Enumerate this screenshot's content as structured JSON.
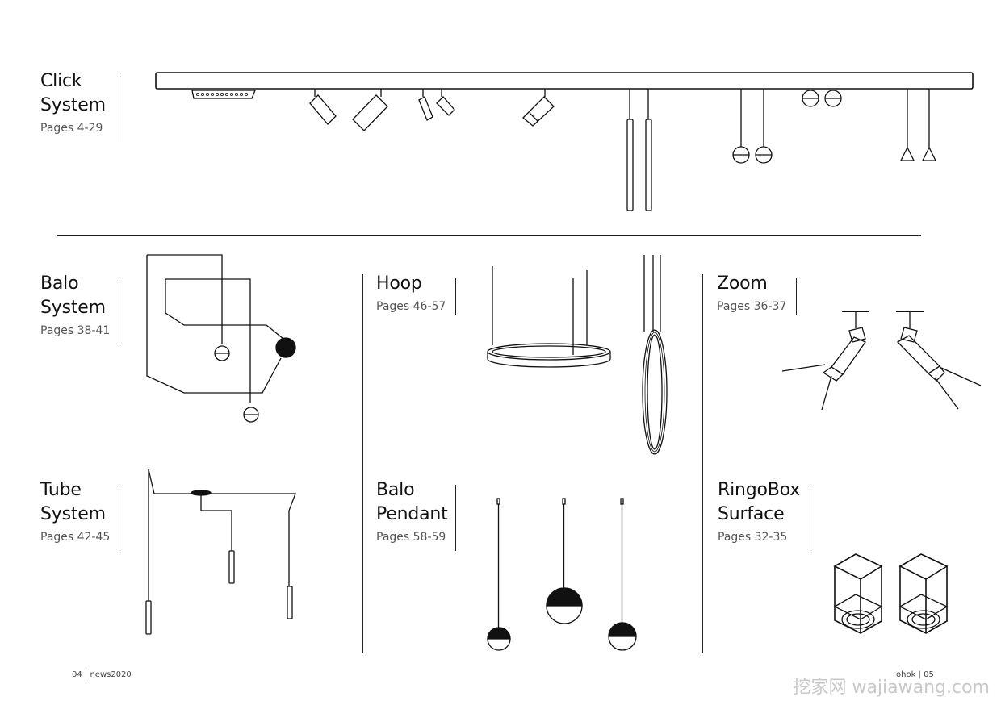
{
  "sections": {
    "click": {
      "title1": "Click",
      "title2": "System",
      "pages": "Pages 4-29"
    },
    "balo": {
      "title1": "Balo",
      "title2": "System",
      "pages": "Pages 38-41"
    },
    "tube": {
      "title1": "Tube",
      "title2": "System",
      "pages": "Pages 42-45"
    },
    "hoop": {
      "title1": "Hoop",
      "pages": "Pages 46-57"
    },
    "pendant": {
      "title1": "Balo",
      "title2": "Pendant",
      "pages": "Pages 58-59"
    },
    "zoom": {
      "title1": "Zoom",
      "pages": "Pages 36-37"
    },
    "ringobox": {
      "title1": "RingoBox",
      "title2": "Surface",
      "pages": "Pages 32-35"
    }
  },
  "footer": {
    "left": "04 | news2020",
    "right": "ohok | 05"
  },
  "watermark": "挖家网 wajiawang.com",
  "colors": {
    "ink": "#111111",
    "background": "#ffffff"
  }
}
